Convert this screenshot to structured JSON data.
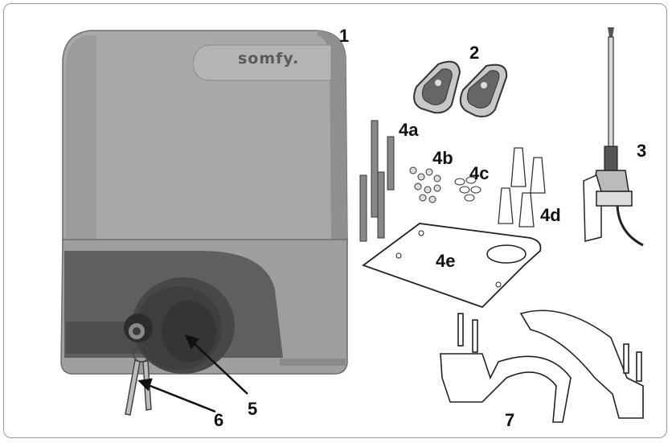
{
  "brand": "somfy.",
  "labels": {
    "motor": "1",
    "remotes": "2",
    "antenna": "3",
    "threaded_rods": "4a",
    "nuts": "4b",
    "washers": "4c",
    "wall_plugs": "4d",
    "base_plate": "4e",
    "release_cover": "5",
    "keys": "6",
    "brackets": "7"
  },
  "colors": {
    "motor_body": "#a9a9a9",
    "motor_dark": "#5e5e5e",
    "outline": "#222222",
    "frame": "#9a9a9a"
  }
}
